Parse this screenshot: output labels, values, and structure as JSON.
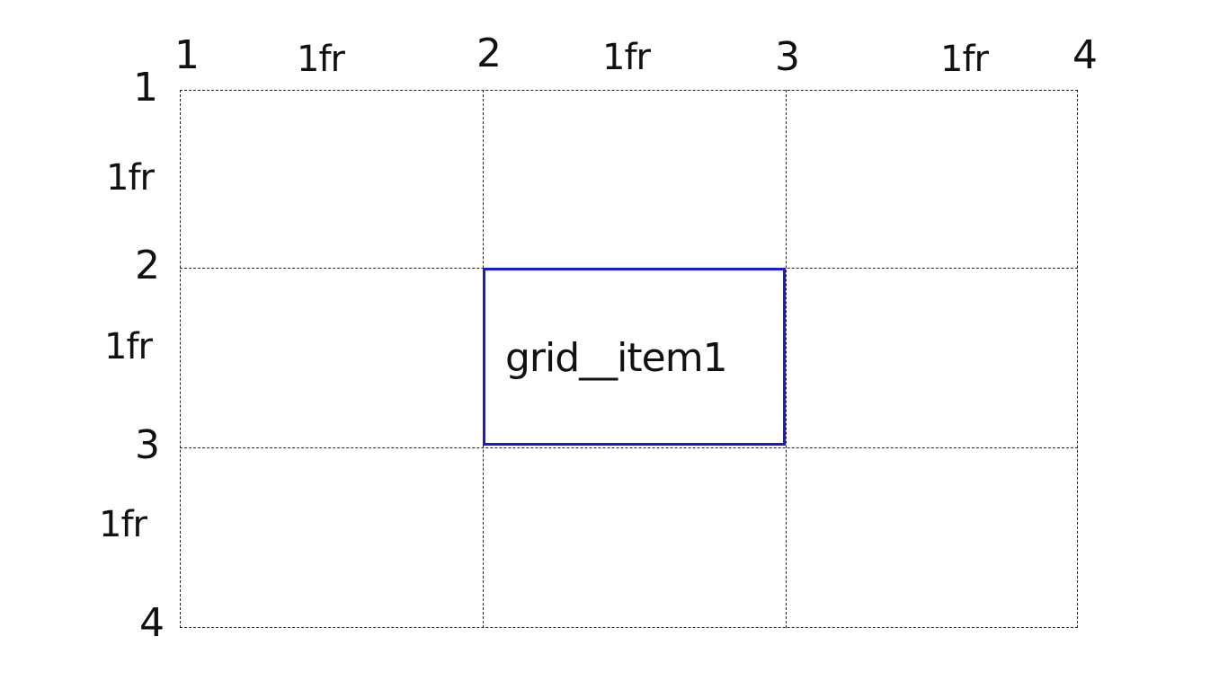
{
  "columns": {
    "line_numbers": [
      "1",
      "2",
      "3",
      "4"
    ],
    "track_sizes": [
      "1fr",
      "1fr",
      "1fr"
    ]
  },
  "rows": {
    "line_numbers": [
      "1",
      "2",
      "3",
      "4"
    ],
    "track_sizes": [
      "1fr",
      "1fr",
      "1fr"
    ]
  },
  "grid_item": {
    "label": "grid__item1",
    "column_start": 2,
    "column_end": 3,
    "row_start": 2,
    "row_end": 3,
    "border_color": "#1a1ad6"
  }
}
